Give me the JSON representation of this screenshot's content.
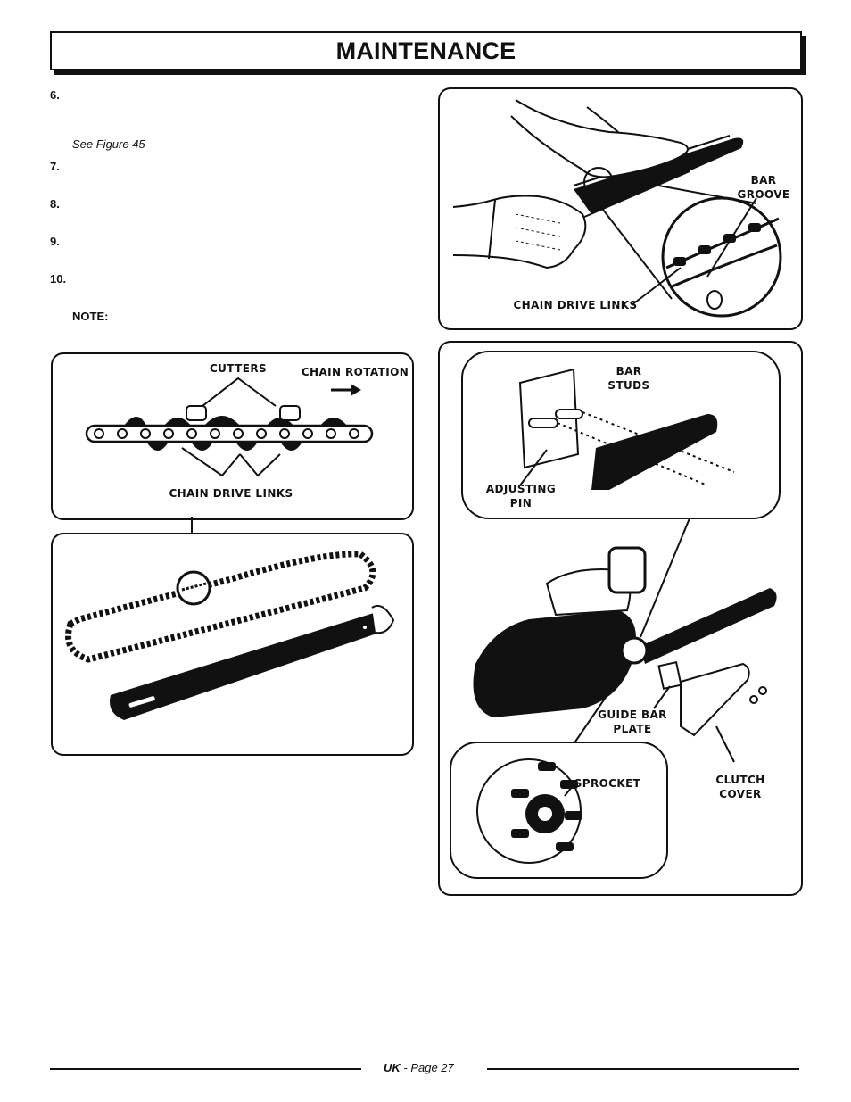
{
  "header": {
    "title": "MAINTENANCE"
  },
  "steps": [
    {
      "num": "6."
    },
    {
      "num": "7."
    },
    {
      "num": "8."
    },
    {
      "num": "9."
    },
    {
      "num": "10."
    }
  ],
  "figure_ref": "See Figure 45",
  "note_label": "NOTE:",
  "figure_top_right": {
    "bar_groove": [
      "BAR",
      "GROOVE"
    ],
    "chain_drive_links": "CHAIN DRIVE LINKS"
  },
  "figure_chain_detail": {
    "cutters": "CUTTERS",
    "chain_rotation": "CHAIN ROTATION",
    "chain_drive_links": "CHAIN DRIVE LINKS"
  },
  "figure_assembly": {
    "bar_studs": "BAR STUDS",
    "adjusting_pin": [
      "ADJUSTING",
      "PIN"
    ],
    "guide_bar_plate": [
      "GUIDE BAR",
      "PLATE"
    ],
    "sprocket": "SPROCKET",
    "clutch_cover": [
      "CLUTCH",
      "COVER"
    ]
  },
  "footer": {
    "uk": "UK",
    "page": " - Page 27"
  }
}
